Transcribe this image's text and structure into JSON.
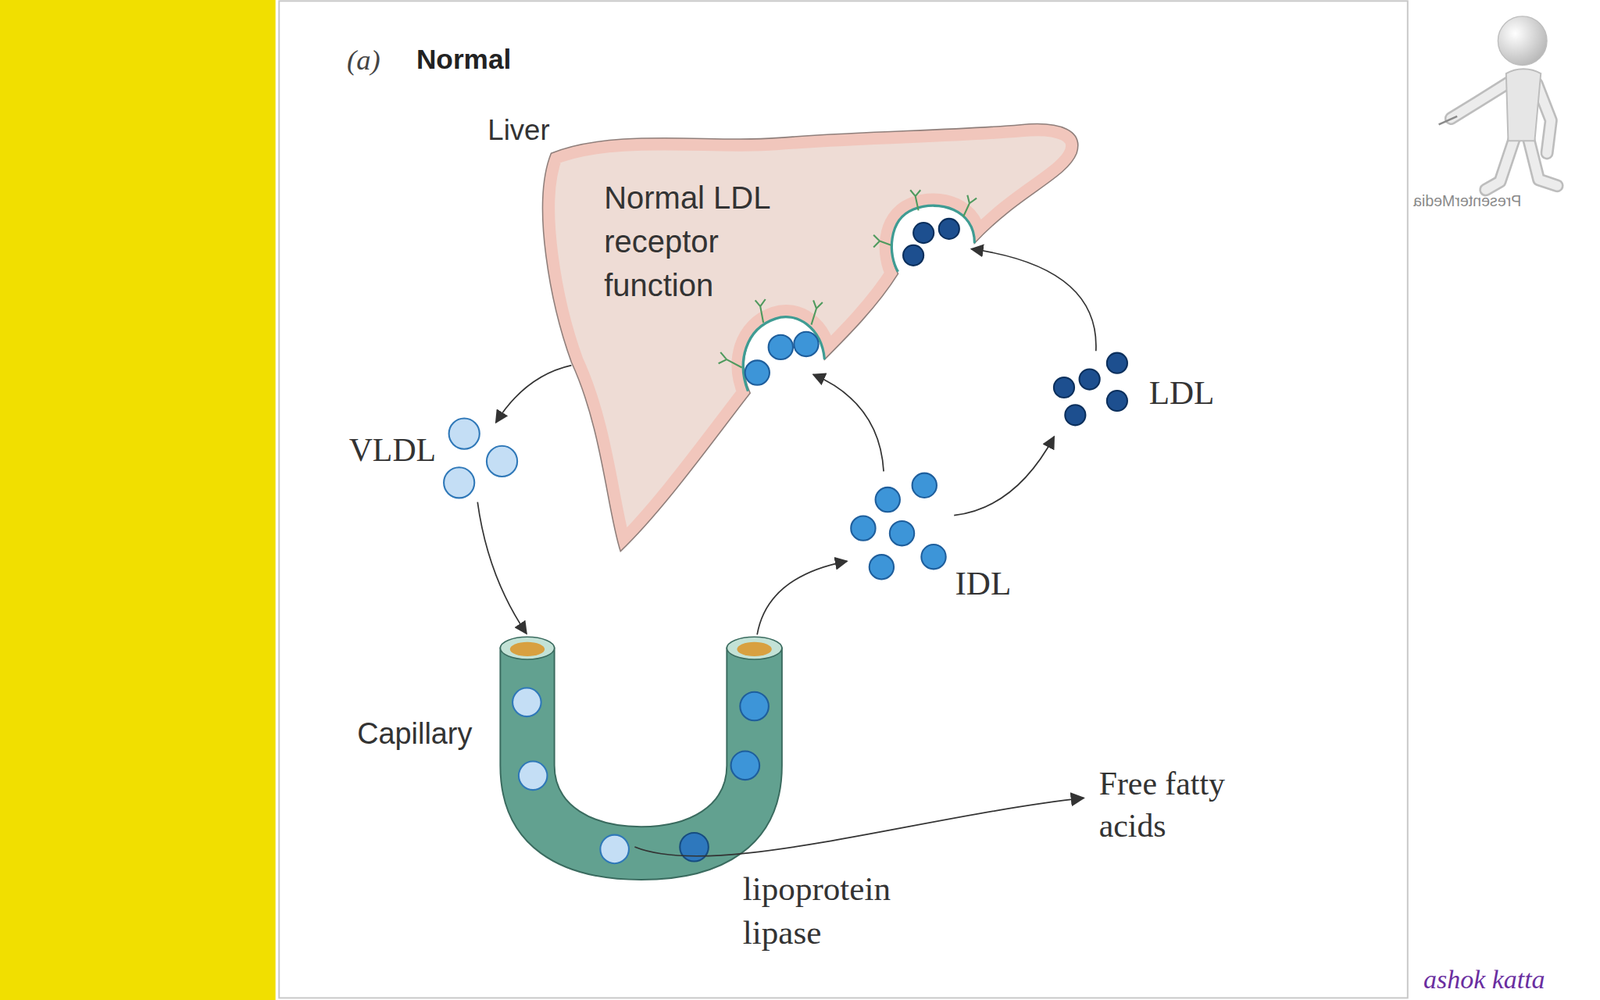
{
  "diagram": {
    "title": "Normal",
    "nodes": [
      {
        "text": [
          "Liver",
          "Normal LDL receptor function"
        ]
      },
      {
        "text": [
          "LDL"
        ]
      },
      {
        "text": [
          "VLDL"
        ]
      },
      {
        "text": [
          "IDL"
        ]
      },
      {
        "text": [
          "Capillary"
        ]
      }
    ],
    "edges": [
      {
        "from": 0,
        "to": 2,
        "arrow": "to"
      },
      {
        "from": 2,
        "to": 4,
        "arrow": "to"
      },
      {
        "from": 4,
        "to": 3,
        "arrow": "to"
      },
      {
        "from": 3,
        "to": 0,
        "arrow": "to"
      },
      {
        "from": 3,
        "to": 1,
        "arrow": "to"
      },
      {
        "from": 1,
        "to": 0,
        "arrow": "to"
      }
    ],
    "labels": [
      "(a)",
      "PresenterMedia",
      "Free fatty acids",
      "lipoprotein lipase",
      "ashok katta"
    ]
  }
}
